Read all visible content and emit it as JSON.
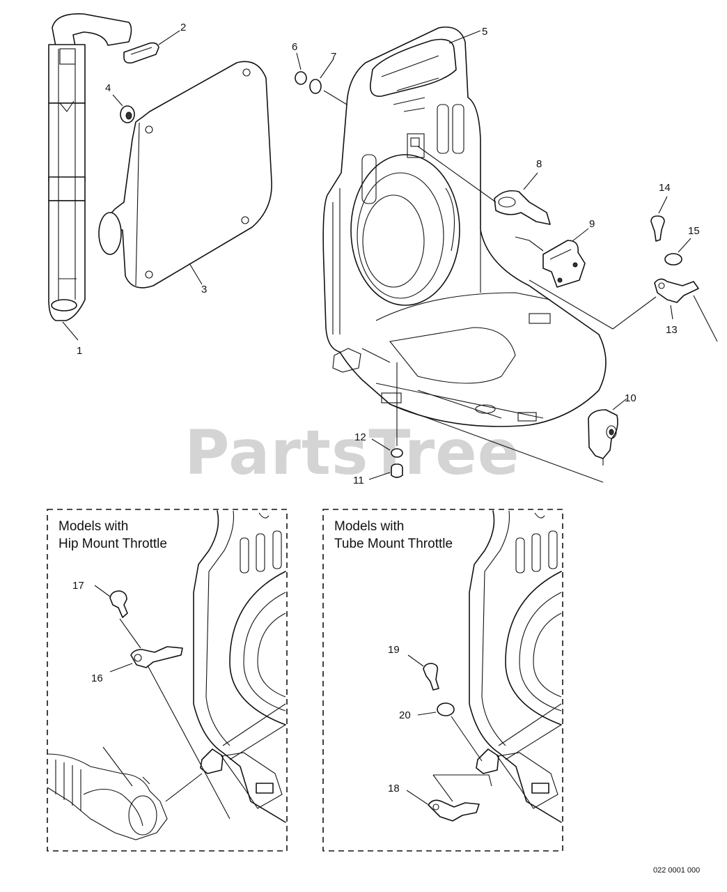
{
  "watermark": "PartsTree",
  "doc_id": "022 0001 000",
  "callouts": [
    "1",
    "2",
    "3",
    "4",
    "5",
    "6",
    "7",
    "8",
    "9",
    "10",
    "11",
    "12",
    "13",
    "14",
    "15",
    "16",
    "17",
    "18",
    "19",
    "20"
  ],
  "insets": {
    "hip": {
      "line1": "Models with",
      "line2": "Hip Mount Throttle"
    },
    "tube": {
      "line1": "Models with",
      "line2": "Tube Mount Throttle"
    }
  }
}
